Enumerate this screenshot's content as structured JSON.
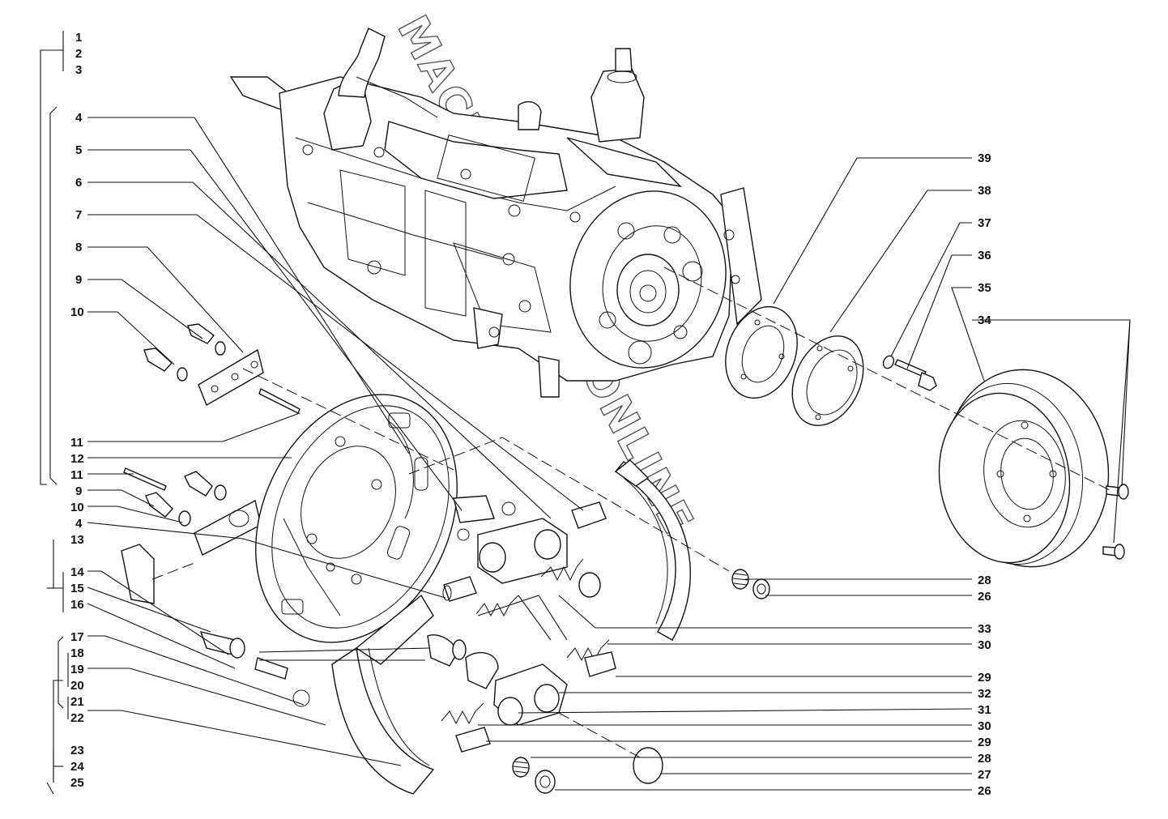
{
  "watermark": "MACHINE.AGAT.ONLINE",
  "labels_left": [
    "1",
    "2",
    "3",
    "4",
    "5",
    "6",
    "7",
    "8",
    "9",
    "10",
    "11",
    "12",
    "11",
    "9",
    "10",
    "4",
    "13",
    "14",
    "15",
    "16",
    "17",
    "18",
    "19",
    "20",
    "21",
    "22",
    "23",
    "24",
    "25"
  ],
  "labels_right": [
    "39",
    "38",
    "37",
    "36",
    "35",
    "34",
    "28",
    "26",
    "33",
    "30",
    "29",
    "32",
    "31",
    "30",
    "29",
    "28",
    "27",
    "26"
  ]
}
